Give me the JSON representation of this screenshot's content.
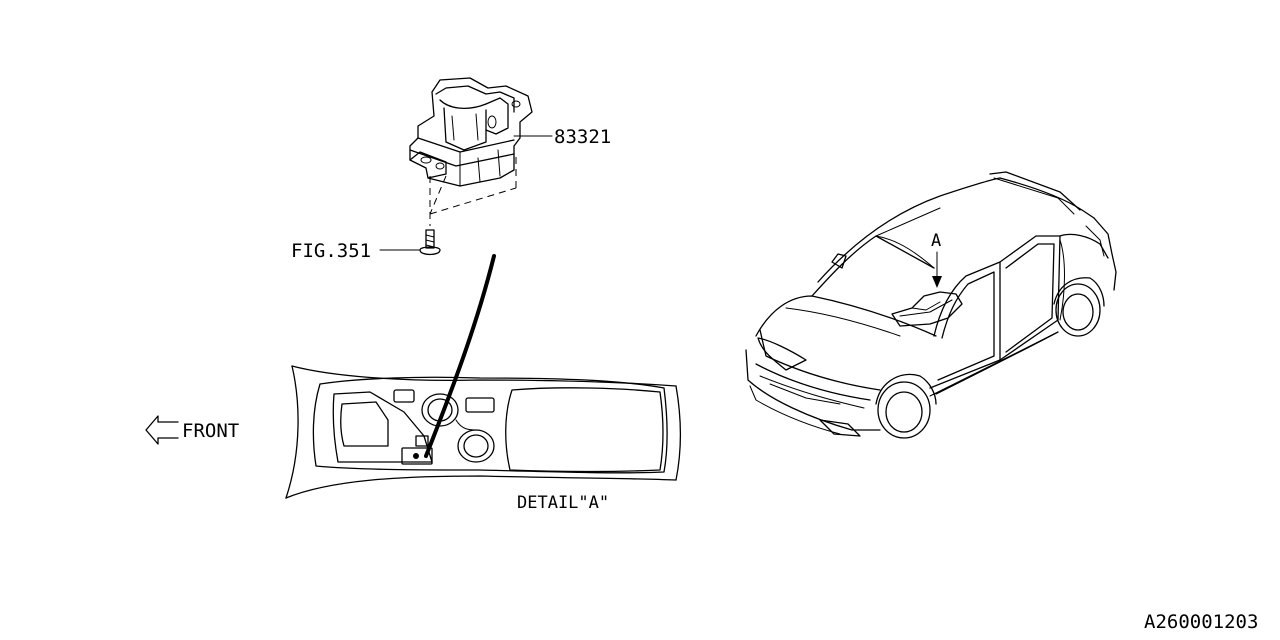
{
  "labels": {
    "part_number": "83321",
    "fig_ref": "FIG.351",
    "front": "FRONT",
    "detail": "DETAIL\"A\"",
    "view_marker": "A",
    "drawing_id": "A260001203"
  }
}
